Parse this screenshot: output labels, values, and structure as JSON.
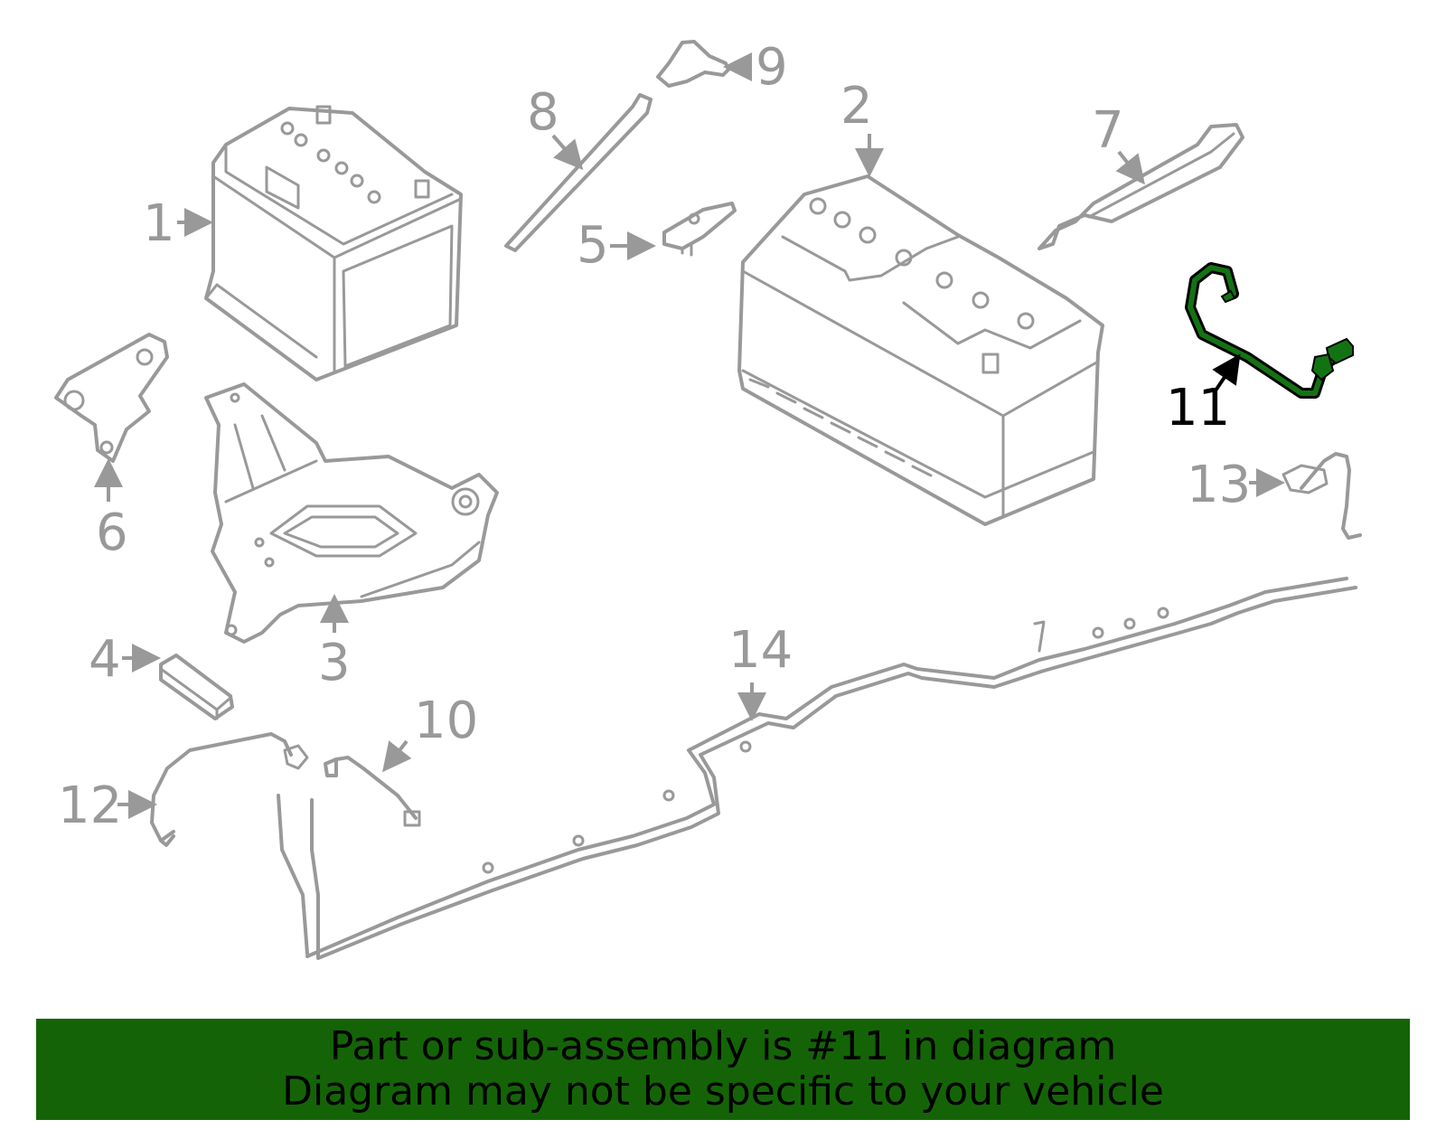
{
  "diagram": {
    "highlight_color": "#137313",
    "muted_color": "#999999",
    "highlighted_part": "11",
    "callouts": [
      {
        "id": "1",
        "label": "1",
        "part": "battery-small"
      },
      {
        "id": "2",
        "label": "2",
        "part": "battery-large"
      },
      {
        "id": "3",
        "label": "3",
        "part": "battery-tray"
      },
      {
        "id": "4",
        "label": "4",
        "part": "spacer-block"
      },
      {
        "id": "5",
        "label": "5",
        "part": "hold-down-clamp"
      },
      {
        "id": "6",
        "label": "6",
        "part": "mounting-bracket"
      },
      {
        "id": "7",
        "label": "7",
        "part": "hold-down-strap"
      },
      {
        "id": "8",
        "label": "8",
        "part": "vent-tube"
      },
      {
        "id": "9",
        "label": "9",
        "part": "vent-elbow"
      },
      {
        "id": "10",
        "label": "10",
        "part": "cable-short"
      },
      {
        "id": "11",
        "label": "11",
        "part": "negative-cable-highlighted"
      },
      {
        "id": "12",
        "label": "12",
        "part": "cable-curved"
      },
      {
        "id": "13",
        "label": "13",
        "part": "sensor-cable"
      },
      {
        "id": "14",
        "label": "14",
        "part": "positive-cable-harness"
      }
    ]
  },
  "banner": {
    "line1": "Part or sub-assembly is #11 in diagram",
    "line2": "Diagram may not be specific to your vehicle",
    "background": "#146407",
    "text_color": "#000000"
  }
}
